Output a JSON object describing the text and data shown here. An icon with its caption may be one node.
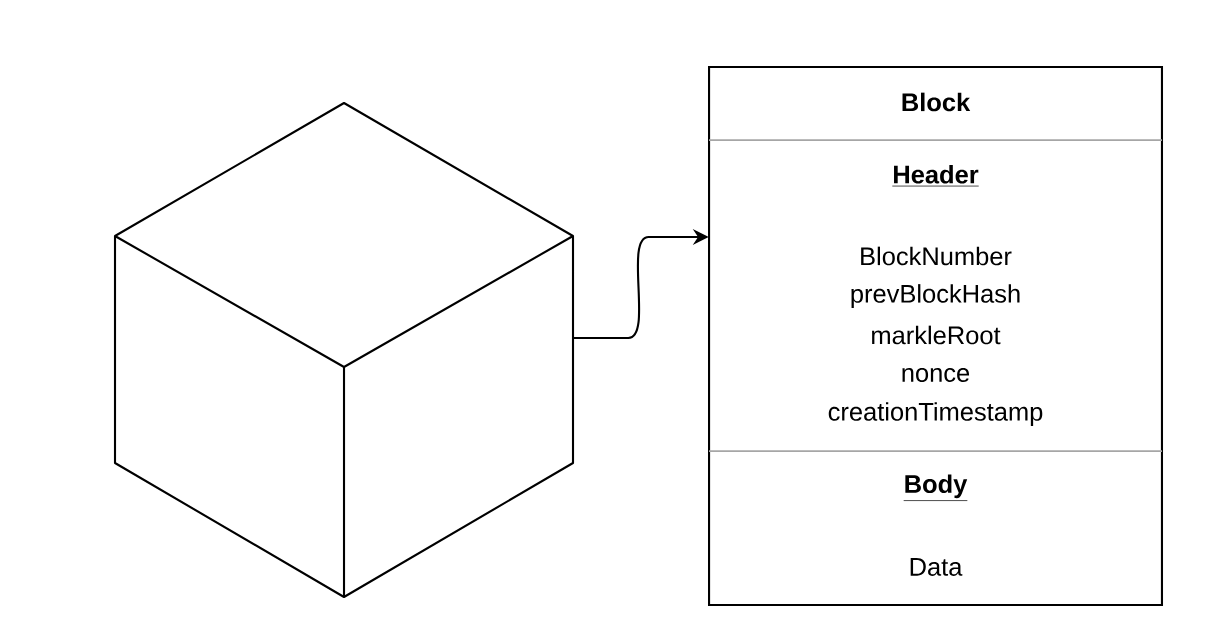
{
  "diagram": {
    "nodes": [
      {
        "text": [],
        "shape": "cube"
      },
      {
        "text": [
          "Block"
        ]
      },
      {
        "text": [
          "Header",
          "BlockNumber",
          "prevBlockHash",
          "markleRoot",
          "nonce",
          "creationTimestamp"
        ],
        "in": 1
      },
      {
        "text": [
          "Body",
          "Data"
        ],
        "in": 1
      }
    ],
    "edges": [
      {
        "from": 0,
        "to": 2,
        "arrow": "to"
      }
    ]
  }
}
